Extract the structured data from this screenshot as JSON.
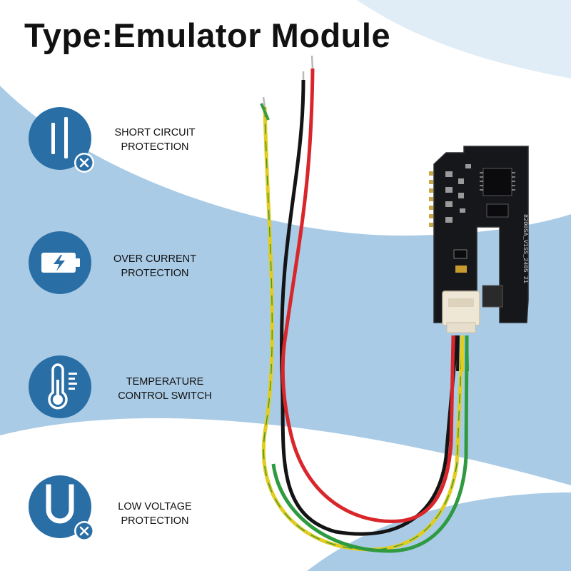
{
  "title": "Type:Emulator Module",
  "features": [
    {
      "icon": "short-circuit-icon",
      "line1": "SHORT CIRCUIT",
      "line2": "PROTECTION"
    },
    {
      "icon": "battery-bolt-icon",
      "line1": "OVER CURRENT",
      "line2": "PROTECTION"
    },
    {
      "icon": "thermometer-icon",
      "line1": "TEMPERATURE",
      "line2": "CONTROL SWITCH"
    },
    {
      "icon": "voltage-u-icon",
      "line1": "LOW VOLTAGE",
      "line2": "PROTECTION"
    }
  ],
  "board_silkscreen": "8200SA_V1SS_2405 21",
  "colors": {
    "background_blue": "#a9cbe6",
    "icon_blue": "#2a6ea6",
    "board": "#16171a",
    "wire_red": "#d9262b",
    "wire_black": "#141414",
    "wire_green": "#2f9a3f",
    "wire_yellow": "#e2cc1e"
  }
}
